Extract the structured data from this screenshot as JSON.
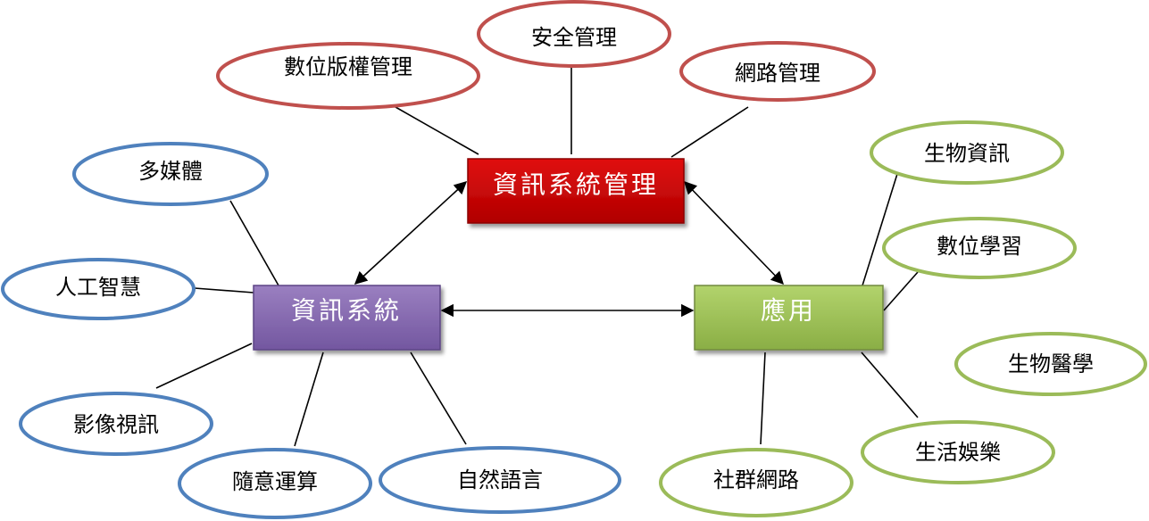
{
  "colors": {
    "management": "#c0504d",
    "system": "#4f81bd",
    "application": "#9bbb59",
    "management_box": "#c00000",
    "system_box": "#8064a2",
    "application_box": "#9bbb59"
  },
  "hubs": {
    "management": "資訊系統管理",
    "system": "資訊系統",
    "application": "應用"
  },
  "management_topics": [
    "數位版權管理",
    "安全管理",
    "網路管理"
  ],
  "system_topics": [
    "多媒體",
    "人工智慧",
    "影像視訊",
    "隨意運算",
    "自然語言"
  ],
  "application_topics": [
    "生物資訊",
    "數位學習",
    "生物醫學",
    "生活娛樂",
    "社群網路"
  ]
}
